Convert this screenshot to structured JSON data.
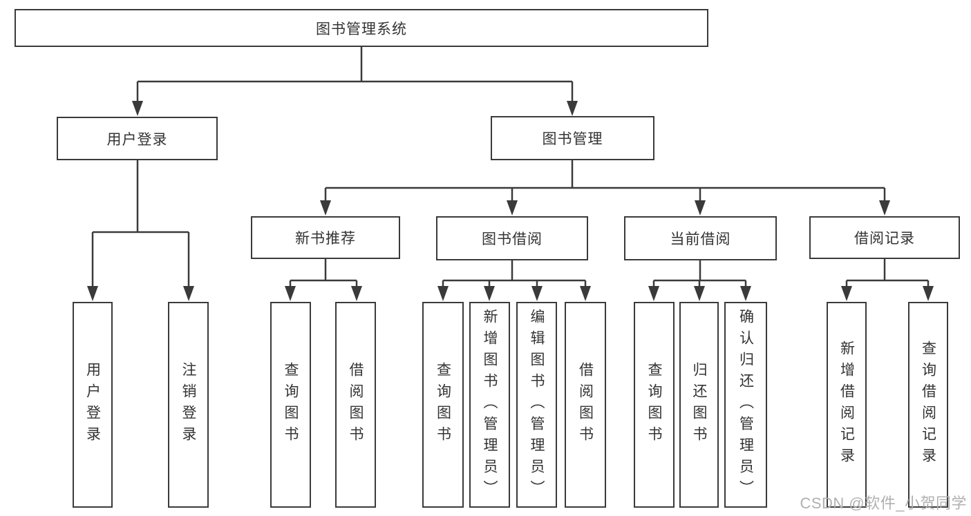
{
  "diagram": {
    "root": {
      "label": "图书管理系统"
    },
    "level2": [
      {
        "label": "用户登录"
      },
      {
        "label": "图书管理"
      }
    ],
    "level3": [
      {
        "label": "新书推荐"
      },
      {
        "label": "图书借阅"
      },
      {
        "label": "当前借阅"
      },
      {
        "label": "借阅记录"
      }
    ],
    "leaves": {
      "login": [
        {
          "label": "用户登录"
        },
        {
          "label": "注销登录"
        }
      ],
      "new_book": [
        {
          "label": "查询图书"
        },
        {
          "label": "借阅图书"
        }
      ],
      "book_borrow": [
        {
          "label": "查询图书"
        },
        {
          "label": "新增图书（管理员）"
        },
        {
          "label": "编辑图书（管理员）"
        },
        {
          "label": "借阅图书"
        }
      ],
      "current_borrow": [
        {
          "label": "查询图书"
        },
        {
          "label": "归还图书"
        },
        {
          "label": "确认归还（管理员）"
        }
      ],
      "borrow_record": [
        {
          "label": "新增借阅记录"
        },
        {
          "label": "查询借阅记录"
        }
      ]
    },
    "watermark": "CSDN @软件_小贺同学",
    "colors": {
      "line": "#3a3a3a",
      "text": "#333333",
      "watermark": "#b0b0b0",
      "background": "#ffffff"
    }
  }
}
